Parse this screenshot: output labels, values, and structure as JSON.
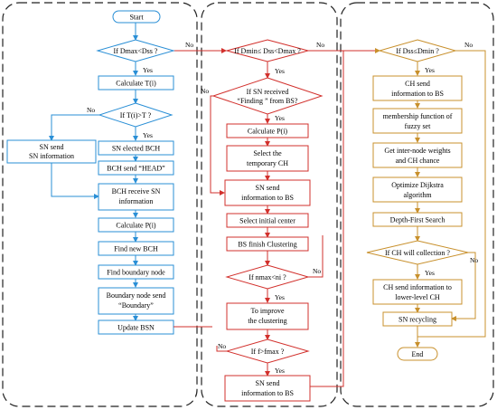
{
  "branch": {
    "yes": "Yes",
    "no": "No"
  },
  "col1": {
    "start": "Start",
    "dec1": "If Dmax<Dss ?",
    "calc_t": "Calculate T(i)",
    "dec2": "If T(i)>T ?",
    "sn_elected": "SN elected BCH",
    "sn_send_1": "SN send",
    "sn_send_2": "SN information",
    "bch_send": "BCH send “HEAD”",
    "bch_recv_1": "BCH receive SN",
    "bch_recv_2": "information",
    "calc_p": "Calculate P(i)",
    "find_bch": "Find new BCH",
    "find_boundary": "Find boundary node",
    "bnode_1": "Boundary node send",
    "bnode_2": "“Boundary”",
    "update": "Update BSN"
  },
  "col2": {
    "dec1": "If Dmin≤ Dss<Dmax ?",
    "dec2_1": "If SN received",
    "dec2_2": "“Finding ” from BS?",
    "calc_p": "Calculate P(i)",
    "temp_1": "Select the",
    "temp_2": "temporary CH",
    "sn_send_1": "SN send",
    "sn_send_2": "information to BS",
    "initial": "Select initial center",
    "bs_finish": "BS finish Clustering",
    "dec3": "If  nmax<ni ?",
    "improve_1": "To improve",
    "improve_2": "the clustering",
    "dec4": "If  f>fmax ?",
    "final_1": "SN send",
    "final_2": "information to BS"
  },
  "col3": {
    "dec1": "If Dss≤Dmin ?",
    "ch_send_1": "CH send",
    "ch_send_2": "information to BS",
    "member_1": "membership function of",
    "member_2": "fuzzy set",
    "weights_1": "Get inter-node weights",
    "weights_2": "and CH chance",
    "dijk_1": "Optimize Dijkstra",
    "dijk_2": "algorithm",
    "dfs": "Depth-First Search",
    "dec2": "If CH will collection ?",
    "lower_1": "CH send information to",
    "lower_2": "lower-level CH",
    "recycle": "SN recycling",
    "end": "End"
  }
}
